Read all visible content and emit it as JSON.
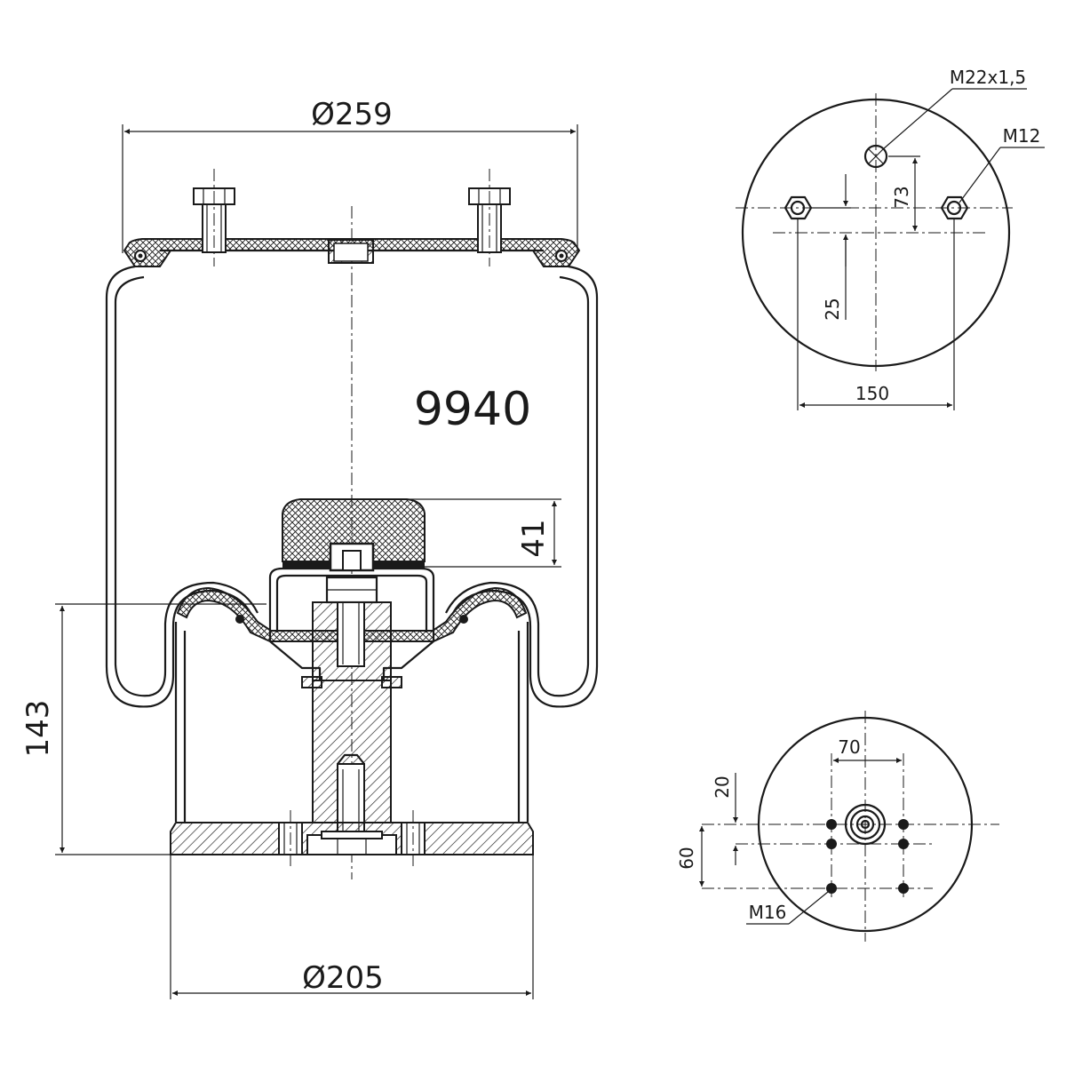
{
  "part_number": "9940",
  "side_view": {
    "top_diameter": "Ø259",
    "bottom_diameter": "Ø205",
    "height": "143",
    "bumper_height": "41"
  },
  "top_plate_view": {
    "thread_air": "M22x1,5",
    "thread_stud": "M12",
    "offset_air": "73",
    "offset_stud": "25",
    "stud_spacing": "150"
  },
  "bottom_view": {
    "spacing_horizontal": "70",
    "spacing_small": "20",
    "spacing_vertical": "60",
    "thread_holes": "M16"
  }
}
